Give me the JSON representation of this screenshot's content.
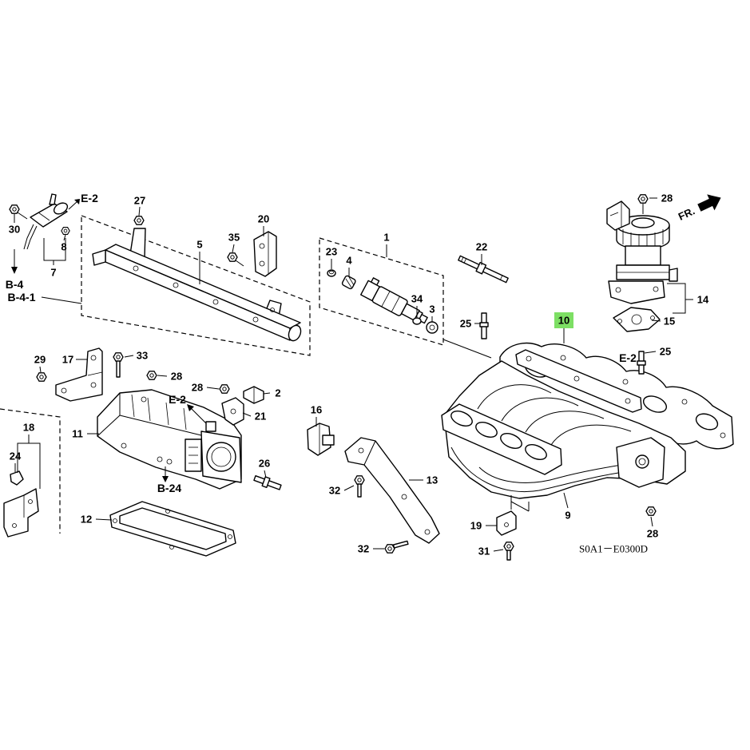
{
  "diagram": {
    "highlighted_callout": "10",
    "part_callouts": [
      "27",
      "30",
      "8",
      "7",
      "5",
      "20",
      "35",
      "1",
      "22",
      "23",
      "4",
      "34",
      "3",
      "25",
      "28",
      "14",
      "15",
      "25",
      "29",
      "17",
      "33",
      "28",
      "28",
      "2",
      "21",
      "16",
      "11",
      "18",
      "24",
      "26",
      "13",
      "32",
      "9",
      "12",
      "19",
      "28",
      "32",
      "31"
    ],
    "section_references": [
      "E-2",
      "B-4",
      "B-4-1",
      "E-2",
      "E-2",
      "B-24"
    ],
    "direction_label": "FR.",
    "diagram_code": "S0A1－E0300D"
  },
  "colors": {
    "highlight": "#7ddf64",
    "line": "#000000",
    "background": "#ffffff"
  }
}
